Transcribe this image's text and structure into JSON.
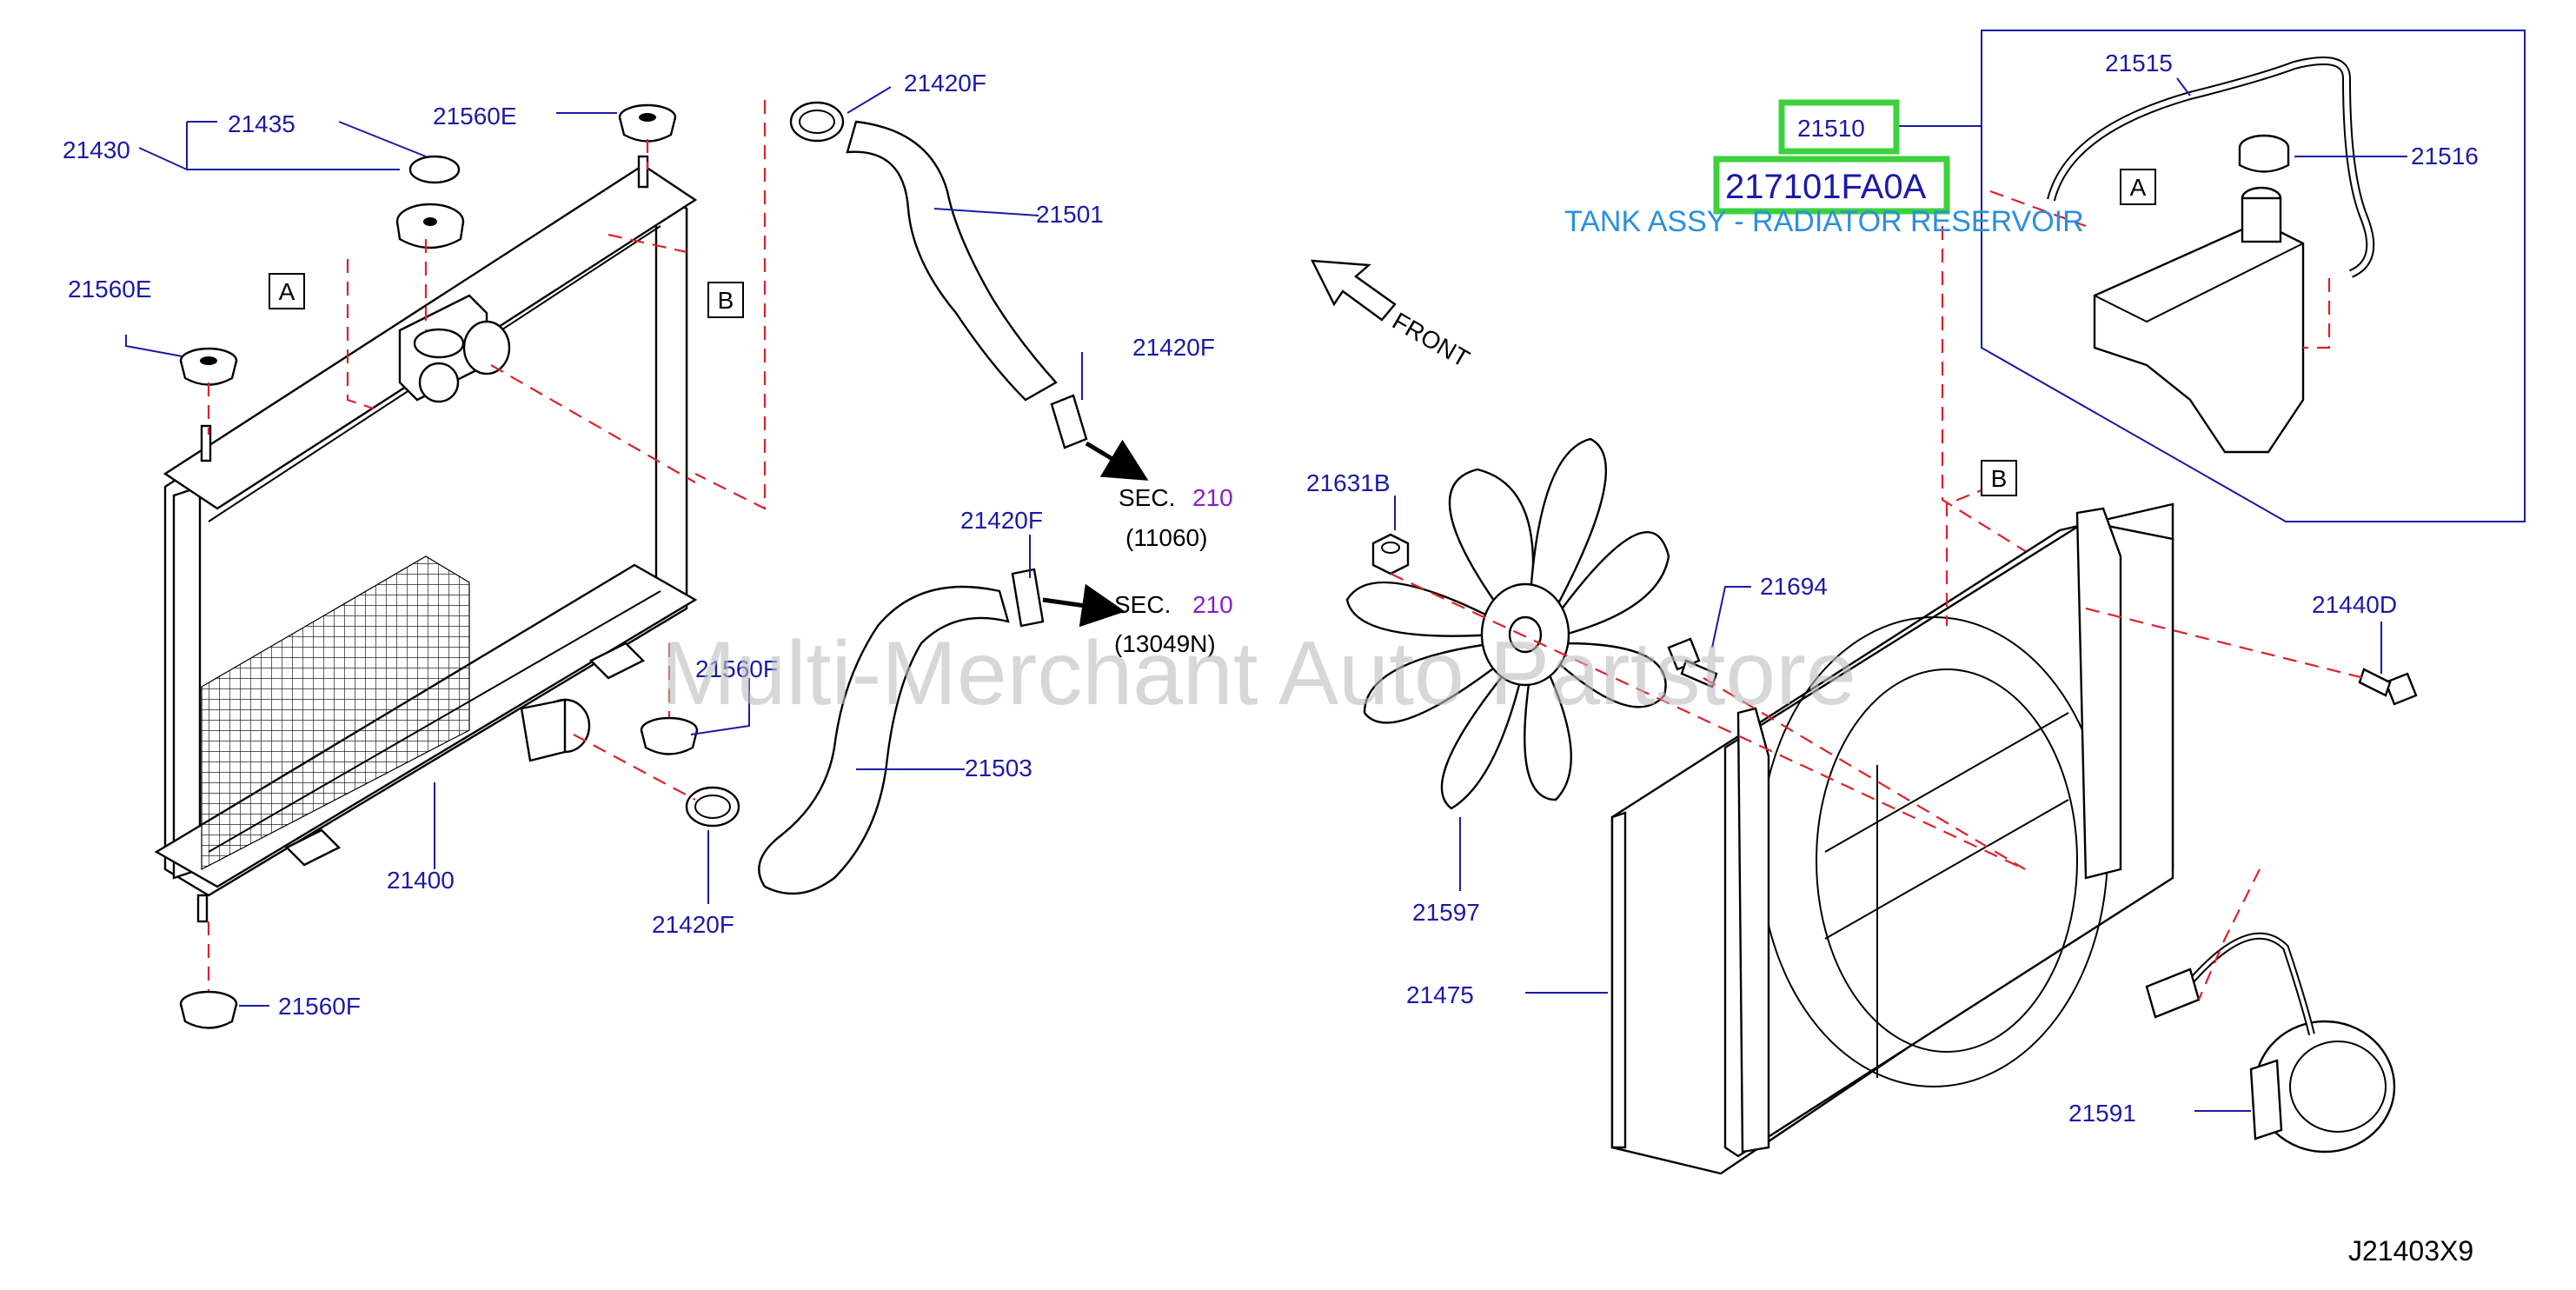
{
  "labels": {
    "p21430": "21430",
    "p21435": "21435",
    "p21560E_top": "21560E",
    "p21560E_left": "21560E",
    "p21420F_a": "21420F",
    "p21501": "21501",
    "p21420F_b": "21420F",
    "p21420F_c": "21420F",
    "p21560F_mid": "21560F",
    "p21503": "21503",
    "p21400": "21400",
    "p21420F_d": "21420F",
    "p21560F_bot": "21560F",
    "p21510": "21510",
    "p21515": "21515",
    "p21516": "21516",
    "p21631B": "21631B",
    "p21694": "21694",
    "p21440D": "21440D",
    "p21597": "21597",
    "p21475": "21475",
    "p21591": "21591"
  },
  "refs": {
    "A1": "A",
    "B1": "B",
    "A2": "A",
    "B2": "B"
  },
  "sections": [
    {
      "prefix": "SEC.",
      "number": "210",
      "code": "(11060)"
    },
    {
      "prefix": "SEC.",
      "number": "210",
      "code": "(13049N)"
    }
  ],
  "front_label": "FRONT",
  "highlight": {
    "part_number": "217101FA0A",
    "description": "TANK ASSY - RADIATOR RESERVOIR"
  },
  "watermark": "Multi-Merchant Auto Partstore",
  "diagram_code": "J21403X9",
  "colors": {
    "label": "#1a1aa8",
    "section_number": "#8a1cc9",
    "highlight_box": "#3dd13d",
    "description": "#2a8fe0",
    "dashed_guide": "#e0202a"
  }
}
